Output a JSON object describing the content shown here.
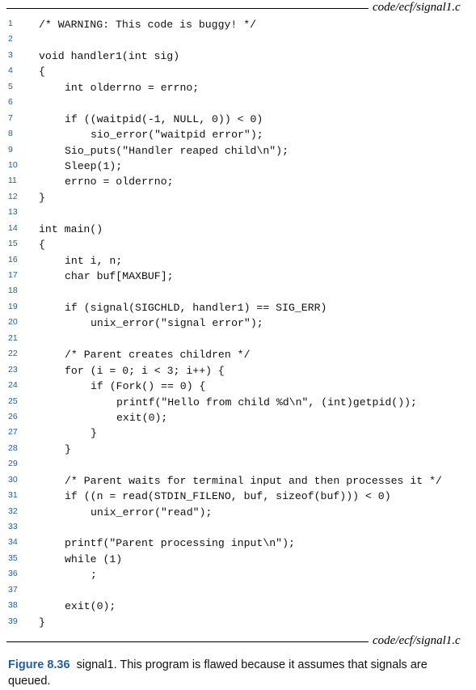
{
  "header": {
    "file_label": "code/ecf/signal1.c"
  },
  "listing": {
    "lines": [
      {
        "n": "1",
        "indent": 0,
        "text": "/* WARNING: This code is buggy! */"
      },
      {
        "n": "2",
        "indent": 0,
        "text": ""
      },
      {
        "n": "3",
        "indent": 0,
        "text": "void handler1(int sig)"
      },
      {
        "n": "4",
        "indent": 0,
        "text": "{"
      },
      {
        "n": "5",
        "indent": 1,
        "text": "int olderrno = errno;"
      },
      {
        "n": "6",
        "indent": 0,
        "text": ""
      },
      {
        "n": "7",
        "indent": 1,
        "text": "if ((waitpid(-1, NULL, 0)) < 0)"
      },
      {
        "n": "8",
        "indent": 2,
        "text": "sio_error(\"waitpid error\");"
      },
      {
        "n": "9",
        "indent": 1,
        "text": "Sio_puts(\"Handler reaped child\\n\");"
      },
      {
        "n": "10",
        "indent": 1,
        "text": "Sleep(1);"
      },
      {
        "n": "11",
        "indent": 1,
        "text": "errno = olderrno;"
      },
      {
        "n": "12",
        "indent": 0,
        "text": "}"
      },
      {
        "n": "13",
        "indent": 0,
        "text": ""
      },
      {
        "n": "14",
        "indent": 0,
        "text": "int main()"
      },
      {
        "n": "15",
        "indent": 0,
        "text": "{"
      },
      {
        "n": "16",
        "indent": 1,
        "text": "int i, n;"
      },
      {
        "n": "17",
        "indent": 1,
        "text": "char buf[MAXBUF];"
      },
      {
        "n": "18",
        "indent": 0,
        "text": ""
      },
      {
        "n": "19",
        "indent": 1,
        "text": "if (signal(SIGCHLD, handler1) == SIG_ERR)"
      },
      {
        "n": "20",
        "indent": 2,
        "text": "unix_error(\"signal error\");"
      },
      {
        "n": "21",
        "indent": 0,
        "text": ""
      },
      {
        "n": "22",
        "indent": 1,
        "text": "/* Parent creates children */"
      },
      {
        "n": "23",
        "indent": 1,
        "text": "for (i = 0; i < 3; i++) {"
      },
      {
        "n": "24",
        "indent": 2,
        "text": "if (Fork() == 0) {"
      },
      {
        "n": "25",
        "indent": 3,
        "text": "printf(\"Hello from child %d\\n\", (int)getpid());"
      },
      {
        "n": "26",
        "indent": 3,
        "text": "exit(0);"
      },
      {
        "n": "27",
        "indent": 2,
        "text": "}"
      },
      {
        "n": "28",
        "indent": 1,
        "text": "}"
      },
      {
        "n": "29",
        "indent": 0,
        "text": ""
      },
      {
        "n": "30",
        "indent": 1,
        "text": "/* Parent waits for terminal input and then processes it */"
      },
      {
        "n": "31",
        "indent": 1,
        "text": "if ((n = read(STDIN_FILENO, buf, sizeof(buf))) < 0)"
      },
      {
        "n": "32",
        "indent": 2,
        "text": "unix_error(\"read\");"
      },
      {
        "n": "33",
        "indent": 0,
        "text": ""
      },
      {
        "n": "34",
        "indent": 1,
        "text": "printf(\"Parent processing input\\n\");"
      },
      {
        "n": "35",
        "indent": 1,
        "text": "while (1)"
      },
      {
        "n": "36",
        "indent": 2,
        "text": ";"
      },
      {
        "n": "37",
        "indent": 0,
        "text": ""
      },
      {
        "n": "38",
        "indent": 1,
        "text": "exit(0);"
      },
      {
        "n": "39",
        "indent": 0,
        "text": "}"
      }
    ]
  },
  "footer": {
    "file_label": "code/ecf/signal1.c"
  },
  "caption": {
    "label": "Figure 8.36",
    "name": "signal1",
    "text": ". This program is flawed because it assumes that signals are queued."
  },
  "colors": {
    "accent": "#1f5ea8",
    "text": "#111111",
    "rule": "#000000"
  }
}
